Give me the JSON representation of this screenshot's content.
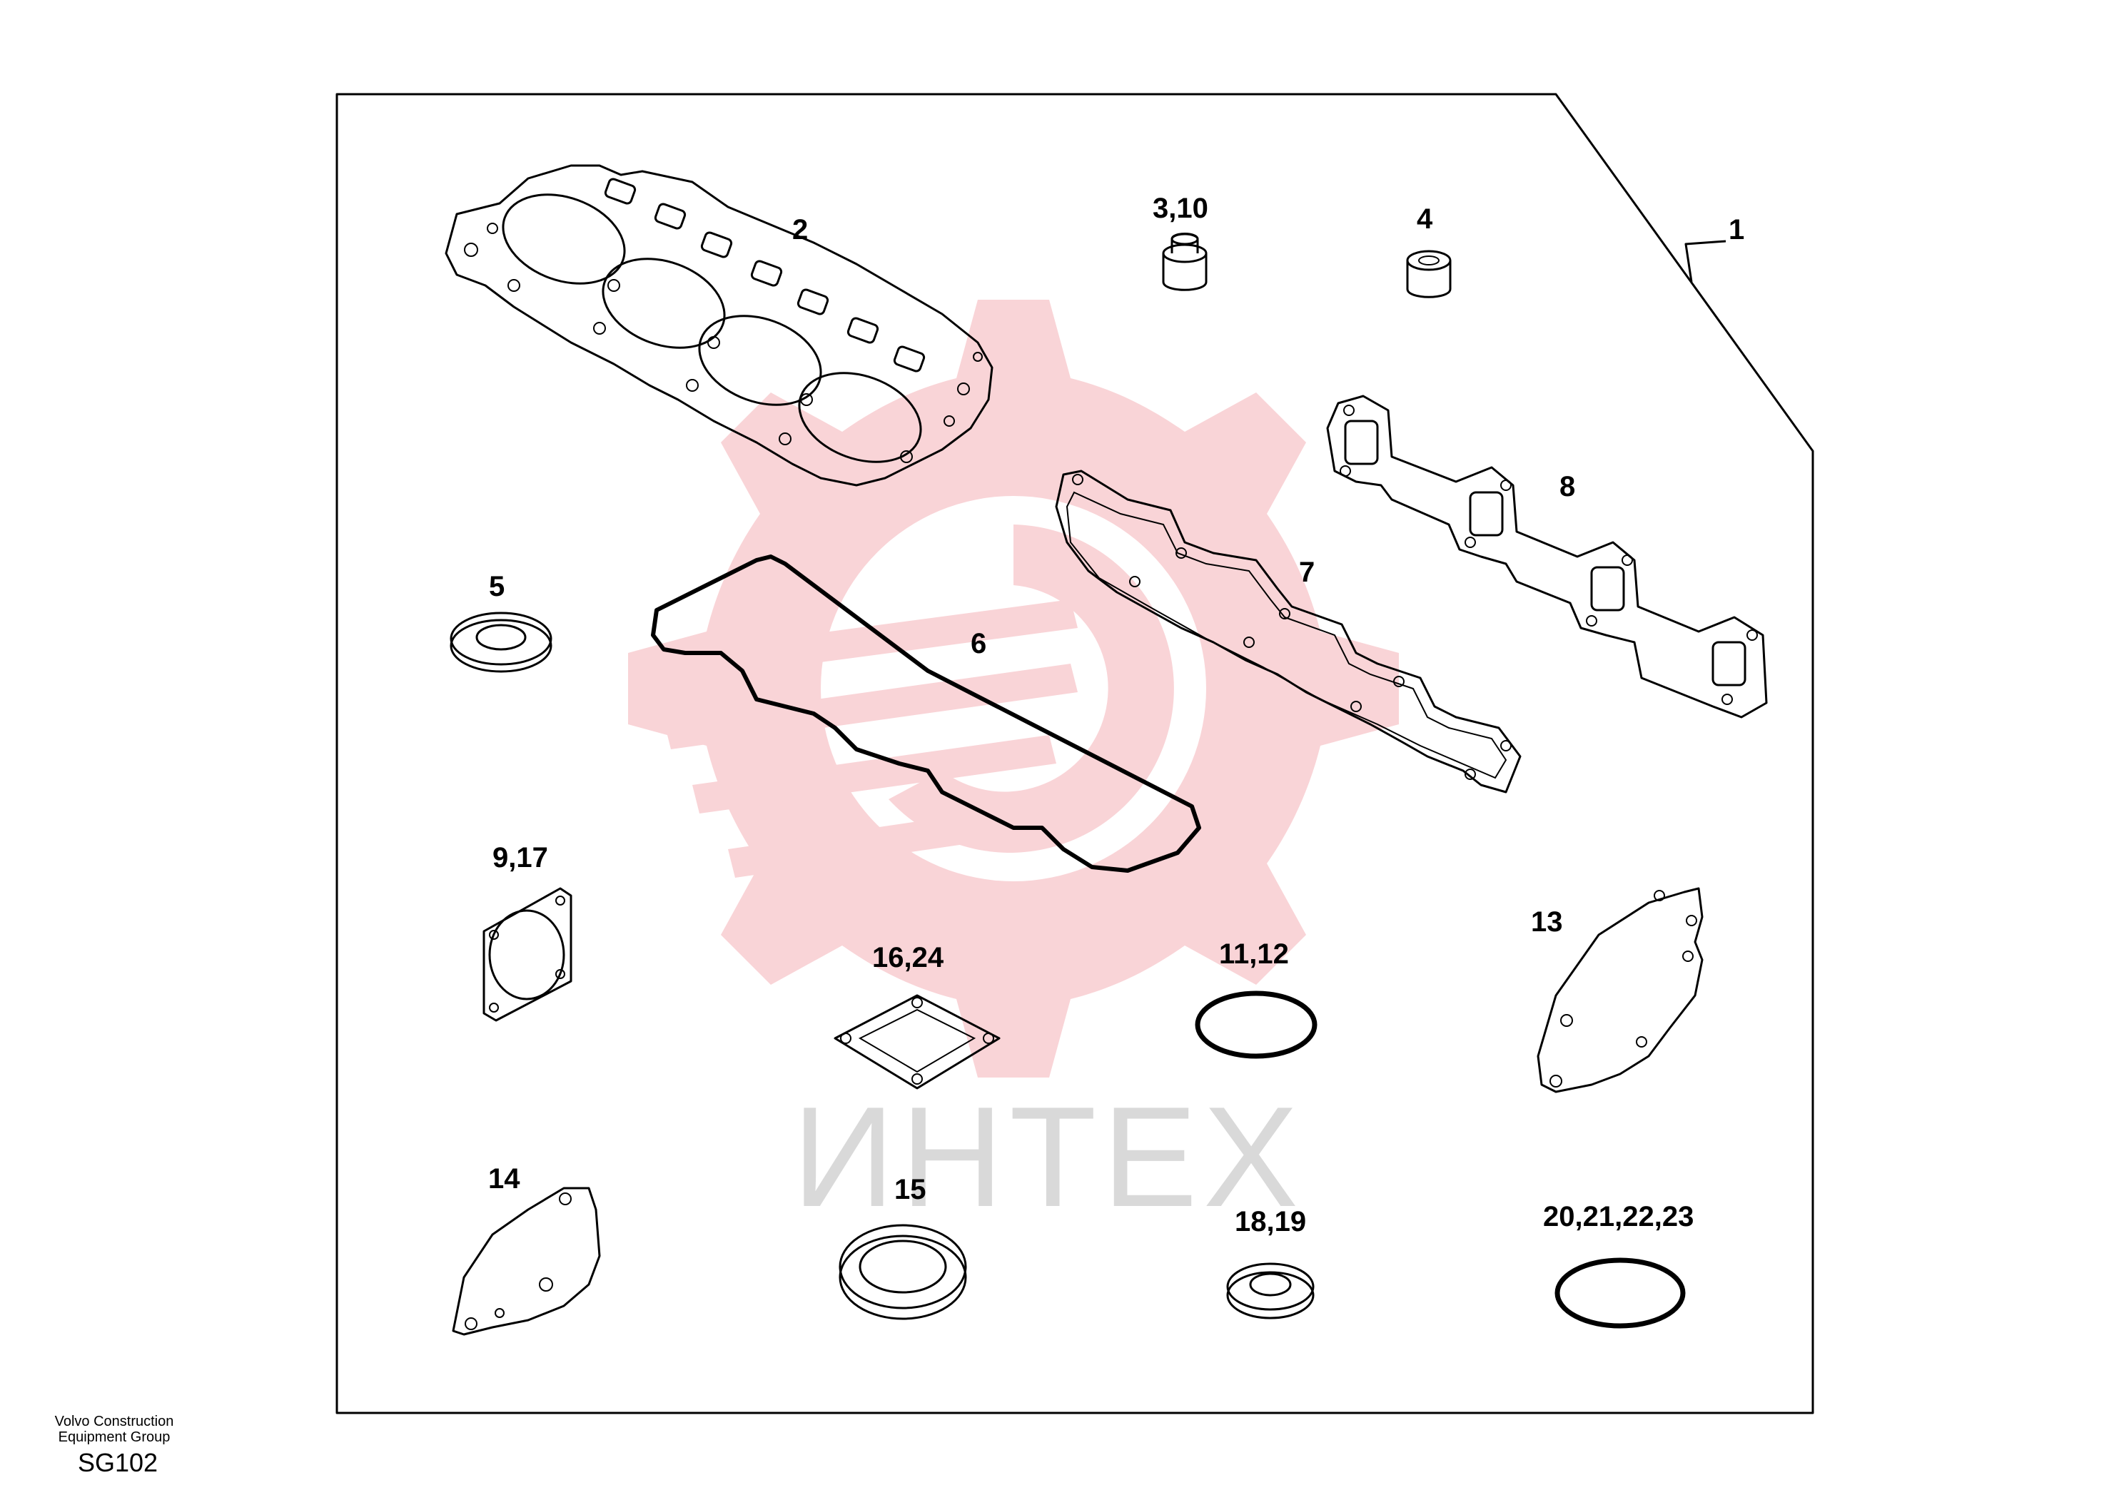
{
  "caption": {
    "line1": "Volvo Construction",
    "line2": "Equipment Group",
    "code": "SG102"
  },
  "watermark": {
    "text": "ИНТЕХ",
    "logo_color": "#f7c8cc",
    "text_color": "#d9d9d9"
  },
  "labels": {
    "p1": "1",
    "p2": "2",
    "p3_10": "3,10",
    "p4": "4",
    "p5": "5",
    "p6": "6",
    "p7": "7",
    "p8": "8",
    "p9_17": "9,17",
    "p11_12": "11,12",
    "p13": "13",
    "p14": "14",
    "p15": "15",
    "p16_24": "16,24",
    "p18_19": "18,19",
    "p20_23": "20,21,22,23"
  }
}
